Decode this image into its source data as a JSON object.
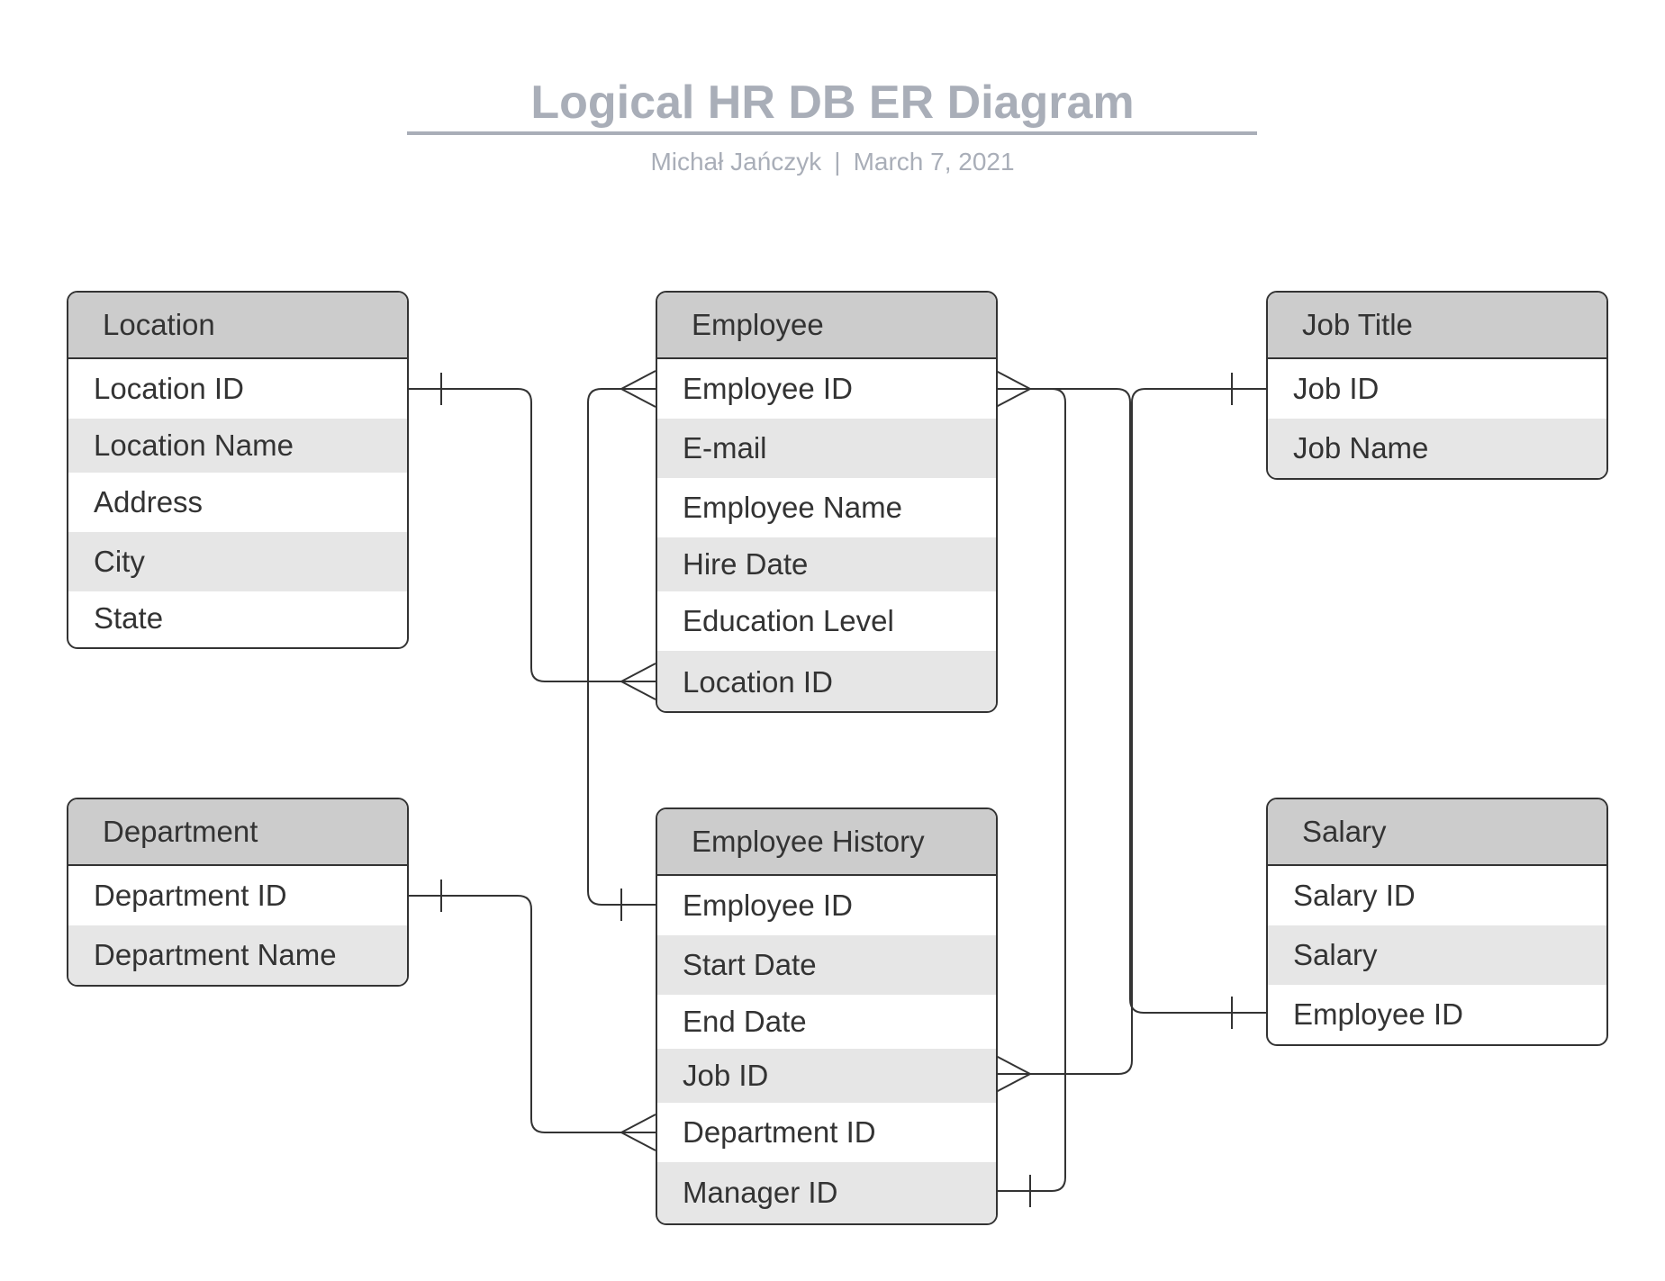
{
  "header": {
    "title": "Logical HR DB ER Diagram",
    "author": "Michał Jańczyk",
    "separator": "|",
    "date": "March 7, 2021"
  },
  "entities": {
    "location": {
      "name": "Location",
      "fields": [
        {
          "label": "Location ID"
        },
        {
          "label": "Location Name"
        },
        {
          "label": "Address"
        },
        {
          "label": "City"
        },
        {
          "label": "State"
        }
      ]
    },
    "employee": {
      "name": "Employee",
      "fields": [
        {
          "label": "Employee ID"
        },
        {
          "label": "E-mail"
        },
        {
          "label": "Employee Name"
        },
        {
          "label": "Hire Date"
        },
        {
          "label": "Education Level"
        },
        {
          "label": "Location ID"
        }
      ]
    },
    "job_title": {
      "name": "Job Title",
      "fields": [
        {
          "label": "Job ID"
        },
        {
          "label": "Job Name"
        }
      ]
    },
    "department": {
      "name": "Department",
      "fields": [
        {
          "label": "Department ID"
        },
        {
          "label": "Department Name"
        }
      ]
    },
    "employee_history": {
      "name": "Employee History",
      "fields": [
        {
          "label": "Employee ID"
        },
        {
          "label": "Start Date"
        },
        {
          "label": "End Date"
        },
        {
          "label": "Job ID"
        },
        {
          "label": "Department ID"
        },
        {
          "label": "Manager ID"
        }
      ]
    },
    "salary": {
      "name": "Salary",
      "fields": [
        {
          "label": "Salary ID"
        },
        {
          "label": "Salary"
        },
        {
          "label": "Employee ID"
        }
      ]
    }
  },
  "relationships": [
    {
      "from": "Location.Location ID",
      "to": "Employee.Location ID",
      "from_end": "one",
      "to_end": "many"
    },
    {
      "from": "Employee History.Employee ID",
      "to": "Employee.Employee ID",
      "from_end": "one",
      "to_end": "many"
    },
    {
      "from": "Job Title.Job ID",
      "to": "Employee History.Job ID",
      "from_end": "one",
      "to_end": "many"
    },
    {
      "from": "Salary.Employee ID",
      "to": "Employee.Employee ID",
      "from_end": "one",
      "to_end": "many"
    },
    {
      "from": "Employee History.Manager ID",
      "to": "Employee.Employee ID",
      "from_end": "one",
      "to_end": "many"
    },
    {
      "from": "Department.Department ID",
      "to": "Employee History.Department ID",
      "from_end": "one",
      "to_end": "many"
    }
  ],
  "colors": {
    "title": "#a9aeb8",
    "header_fill": "#cccccc",
    "row_shade": "#e6e6e6",
    "border": "#333333"
  }
}
